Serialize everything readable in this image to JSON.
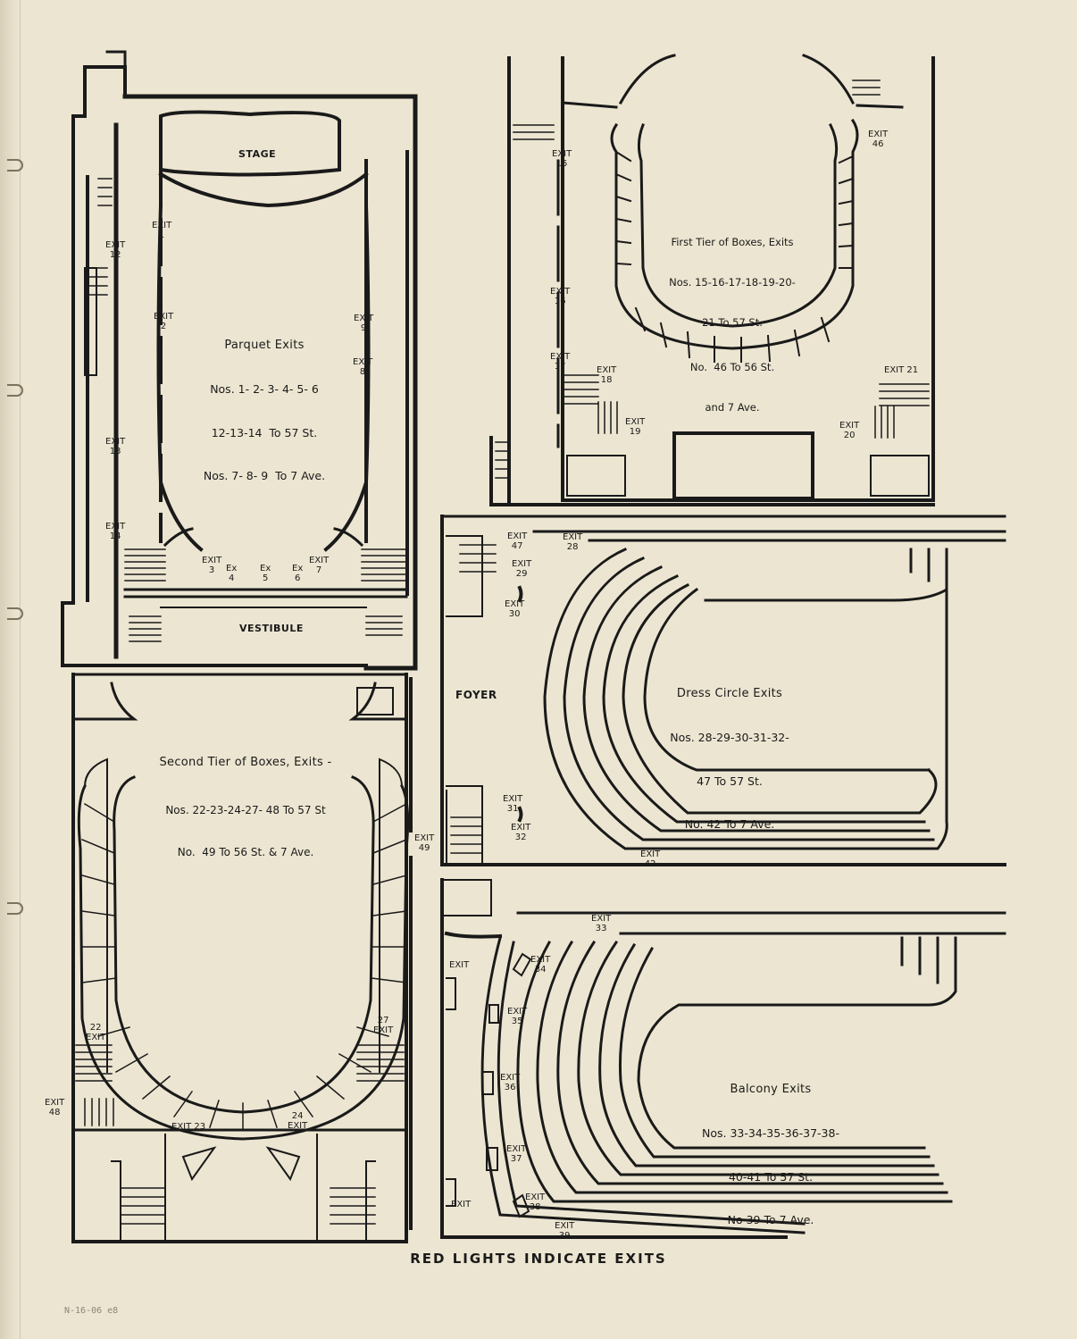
{
  "parquet": {
    "stage": "STAGE",
    "vestibule": "VESTIBULE",
    "title": "Parquet Exits",
    "lines": [
      "Nos. 1- 2- 3- 4- 5- 6",
      "12-13-14  To 57 St.",
      "Nos. 7- 8- 9  To 7 Ave."
    ],
    "exits": {
      "e1": "EXIT\n1",
      "e2": "EXIT\n2",
      "e9": "EXIT\n9",
      "e8": "EXIT\n8",
      "e12": "EXIT\n12",
      "e13": "EXIT\n13",
      "e14": "EXIT\n14",
      "e3": "EXIT\n3",
      "e4": "Ex\n4",
      "e5": "Ex\n5",
      "e6": "Ex\n6",
      "e7": "EXIT\n7"
    }
  },
  "first_tier": {
    "title": "First Tier of Boxes, Exits",
    "lines": [
      "Nos. 15-16-17-18-19-20-",
      "21 To 57 St.",
      "No.  46 To 56 St.",
      "and 7 Ave."
    ],
    "exits": {
      "e15": "EXIT\n15",
      "e16": "EXIT\n16",
      "e17": "EXIT\n17",
      "e18": "EXIT\n18",
      "e19": "EXIT\n19",
      "e20": "EXIT\n20",
      "e21": "EXIT 21",
      "e46": "EXIT\n46"
    }
  },
  "second_tier": {
    "title": "Second Tier of Boxes, Exits -",
    "lines": [
      "Nos. 22-23-24-27- 48 To 57 St",
      "No.  49 To 56 St. & 7 Ave."
    ],
    "exits": {
      "e22": "22\nEXIT",
      "e27": "27\nEXIT",
      "e48": "EXIT\n48",
      "e23": "EXIT 23",
      "e24": "24\nEXIT",
      "e49": "EXIT\n49"
    }
  },
  "dress_circle": {
    "title": "Dress Circle Exits",
    "lines": [
      "Nos. 28-29-30-31-32-",
      "47 To 57 St.",
      "No. 42 To 7 Ave."
    ],
    "foyer": "FOYER",
    "exits": {
      "e47": "EXIT\n47",
      "e28": "EXIT\n28",
      "e29": "EXIT\n29",
      "e30": "EXIT\n30",
      "e31": "EXIT\n31",
      "e32": "EXIT\n32",
      "e42": "EXIT\n42"
    }
  },
  "balcony": {
    "title": "Balcony Exits",
    "lines": [
      "Nos. 33-34-35-36-37-38-",
      "40-41 To 57 St.",
      "No 39 To 7 Ave."
    ],
    "exits": {
      "e33": "EXIT\n33",
      "e34": "EXIT\n34",
      "e35": "EXIT\n35",
      "e36": "EXIT\n36",
      "e37": "EXIT\n37",
      "e38": "EXIT\n38",
      "e39": "EXIT\n39",
      "eL1": "EXIT",
      "eL2": "EXIT"
    }
  },
  "footer": "RED LIGHTS  INDICATE  EXITS",
  "pencil_note": "N-16-06 e8"
}
